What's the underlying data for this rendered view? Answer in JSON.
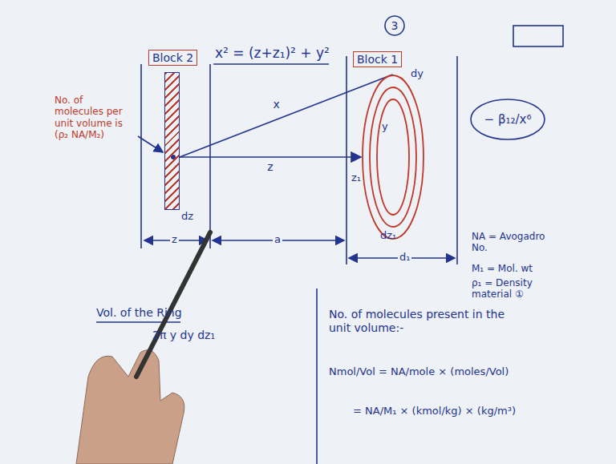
{
  "diagram": {
    "nodes": [
      {
        "text": [
          "Block 2"
        ]
      },
      {
        "text": [
          "Block 1"
        ]
      },
      {
        "text": [
          "− β₁₂/x⁶"
        ]
      },
      {
        "text": [
          "3"
        ]
      }
    ],
    "edges": [
      {
        "from": 0,
        "to": 1,
        "arrow": "to",
        "label": "z"
      },
      {
        "from": 0,
        "to": 1,
        "arrow": "none",
        "label": "x"
      }
    ],
    "labels": [
      "x² = (z+z₁)² + y²",
      "No. of molecules per unit volume is (ρ₂ NA/M₂)",
      "dz",
      "dy",
      "y",
      "z₁",
      "dz₁",
      "z",
      "a",
      "d₁",
      "NA = Avogadro No.",
      "M₁ = Mol. wt",
      "ρ₁ = Density material ①",
      "Vol. of the Ring",
      "2π y dy dz₁",
      "No. of molecules present in the unit volume:-",
      "Nmol/Vol = NA/mole × (moles/Vol)",
      "= NA/M₁ × (kmol/kg) × (kg/m³)"
    ]
  }
}
